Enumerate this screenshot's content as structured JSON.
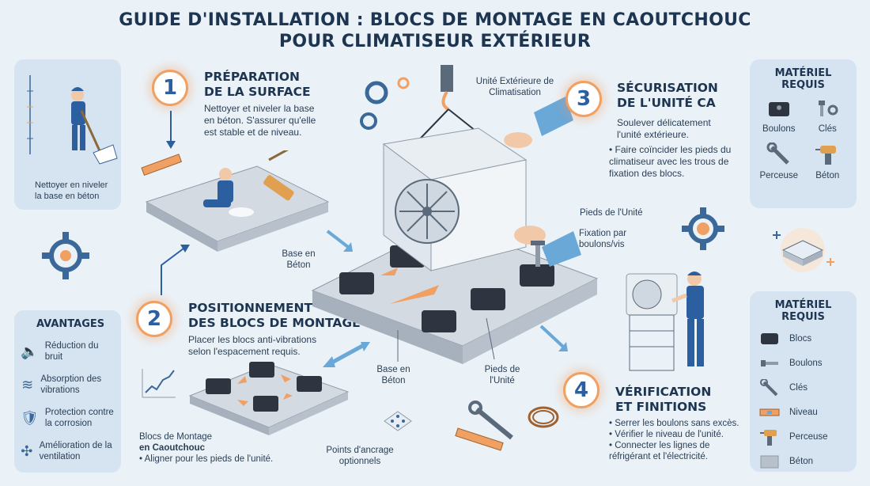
{
  "title": {
    "line1": "GUIDE D'INSTALLATION : BLOCS DE MONTAGE EN CAOUTCHOUC",
    "line2": "POUR CLIMATISEUR EXTÉRIEUR"
  },
  "left_panel": {
    "caption": "Nettoyer en niveler la base en béton"
  },
  "advantages": {
    "title": "AVANTAGES",
    "items": [
      {
        "label": "Réduction du bruit",
        "icon": "speaker-icon"
      },
      {
        "label": "Absorption des vibrations",
        "icon": "vibration-icon"
      },
      {
        "label": "Protection contre la corrosion",
        "icon": "shield-check-icon"
      },
      {
        "label": "Amélioration de la ventilation",
        "icon": "fan-icon"
      }
    ]
  },
  "steps": [
    {
      "number": "1",
      "title_line1": "PRÉPARATION",
      "title_line2": "DE LA SURFACE",
      "text": "Nettoyer et niveler la base en béton. S'assurer qu'elle est stable et de niveau."
    },
    {
      "number": "2",
      "title_line1": "POSITIONNEMENT",
      "title_line2": "DES BLOCS DE MONTAGE",
      "text": "Placer les blocs anti-vibrations selon l'espacement requis."
    },
    {
      "number": "3",
      "title_line1": "SÉCURISATION",
      "title_line2": "DE L'UNITÉ CA",
      "text": "Soulever délicatement l'unité extérieure.",
      "bullets": [
        "Faire coïncider les pieds du climatiseur avec les trous de fixation des blocs."
      ]
    },
    {
      "number": "4",
      "title_line1": "VÉRIFICATION",
      "title_line2": "ET FINITIONS",
      "bullets": [
        "Serrer les boulons sans excès.",
        "Vérifier le niveau de l'unité.",
        "Connecter les lignes de réfrigérant et l'électricité."
      ]
    }
  ],
  "labels": {
    "unit": "Unité Extérieure de Climatisation",
    "feet": "Pieds de l'Unité",
    "fixation": "Fixation par boulons/vis",
    "base_top": "Base en Béton",
    "base_bottom": "Base en Béton",
    "feet_bottom": "Pieds de l'Unité",
    "blocks_line1": "Blocs de Montage",
    "blocks_line2": "en Caoutchouc",
    "blocks_bullet": "Aligner pour les pieds de l'unité.",
    "anchor_points": "Points d'ancrage optionnels"
  },
  "materials_top": {
    "title": "MATÉRIEL REQUIS",
    "items": [
      {
        "label": "Boulons",
        "icon": "block-icon"
      },
      {
        "label": "Clés",
        "icon": "bolt-icon"
      },
      {
        "label": "Perceuse",
        "icon": "wrench-icon"
      },
      {
        "label": "Béton",
        "icon": "drill-icon"
      }
    ]
  },
  "materials_bottom": {
    "title": "MATÉRIEL REQUIS",
    "items": [
      {
        "label": "Blocs",
        "icon": "block-icon"
      },
      {
        "label": "Boulons",
        "icon": "bolt-icon"
      },
      {
        "label": "Clés",
        "icon": "wrench-icon"
      },
      {
        "label": "Niveau",
        "icon": "level-icon"
      },
      {
        "label": "Perceuse",
        "icon": "drill-icon"
      },
      {
        "label": "Béton",
        "icon": "concrete-icon"
      }
    ]
  },
  "colors": {
    "background": "#eaf2f8",
    "panel": "#d5e4f0",
    "accent_orange": "#f0a063",
    "heading": "#1e3552",
    "block": "#2e3440",
    "concrete": "#b8c1cb"
  }
}
